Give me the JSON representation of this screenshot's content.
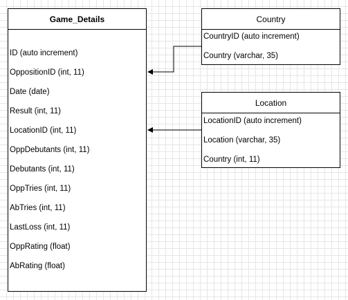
{
  "tables": {
    "game_details": {
      "title": "Game_Details",
      "fields": [
        "ID (auto increment)",
        "OppositionID (int, 11)",
        "Date (date)",
        "Result (int, 11)",
        "LocationID (int, 11)",
        "OppDebutants (int, 11)",
        "Debutants (int, 11)",
        "OppTries (int, 11)",
        "AbTries (int, 11)",
        "LastLoss (int, 11)",
        "OppRating (float)",
        "AbRating (float)"
      ]
    },
    "country": {
      "title": "Country",
      "fields": [
        "CountryID (auto increment)",
        "Country (varchar, 35)"
      ]
    },
    "location": {
      "title": "Location",
      "fields": [
        "LocationID (auto increment)",
        "Location (varchar, 35)",
        "Country (int, 11)"
      ]
    }
  }
}
